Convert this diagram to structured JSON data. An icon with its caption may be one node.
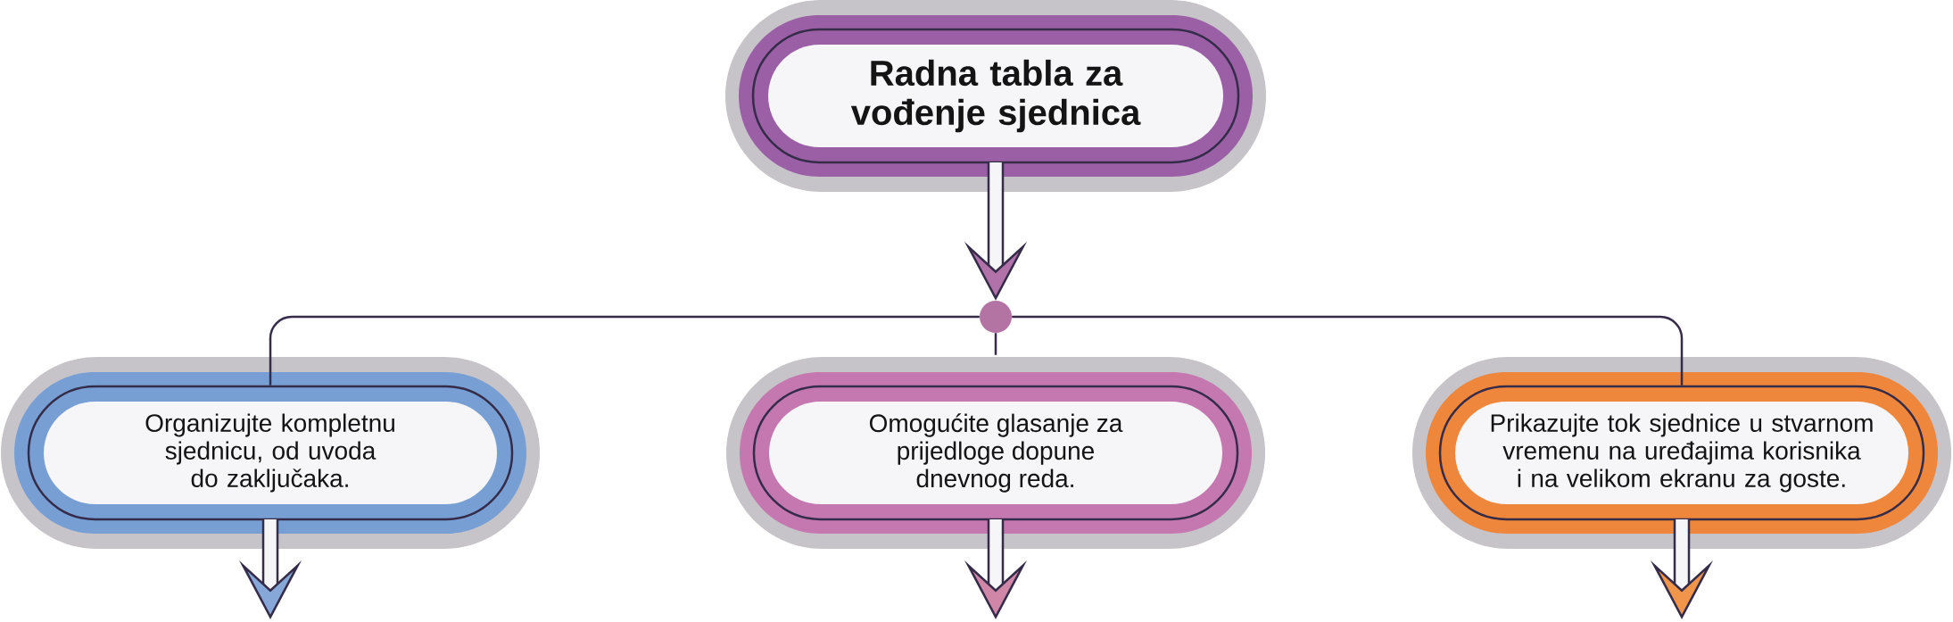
{
  "diagram": {
    "nodes": [
      {
        "text": [
          "Radna tabla za vođenje sjednica"
        ]
      },
      {
        "text": [],
        "shape": "circle"
      },
      {
        "text": [
          "Organizujte kompletnu sjednicu, od uvoda do zaključaka."
        ]
      },
      {
        "text": [
          "Omogućite glasanje za prijedloge dopune dnevnog reda."
        ]
      },
      {
        "text": [
          "Prikazujte tok sjednice u stvarnom vremenu na uređajima korisnika i na velikom ekranu za goste."
        ]
      }
    ],
    "edges": [
      {
        "from": 0,
        "to": 1,
        "arrow": "to"
      },
      {
        "from": 1,
        "to": 2,
        "arrow": "none"
      },
      {
        "from": 1,
        "to": 3,
        "arrow": "none"
      },
      {
        "from": 1,
        "to": 4,
        "arrow": "none"
      },
      {
        "from": 2,
        "to": null,
        "arrow": "to"
      },
      {
        "from": 3,
        "to": null,
        "arrow": "to"
      },
      {
        "from": 4,
        "to": null,
        "arrow": "to"
      }
    ]
  }
}
